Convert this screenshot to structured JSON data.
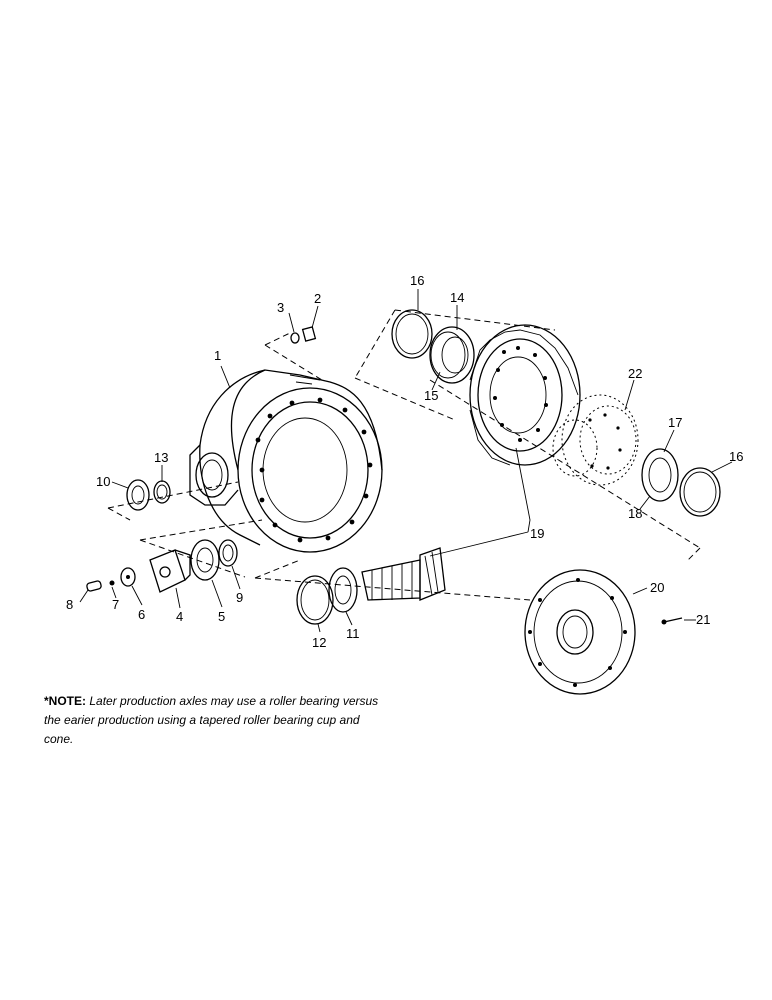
{
  "callouts": {
    "c1": "1",
    "c2": "2",
    "c3": "3",
    "c4": "4",
    "c5": "5",
    "c6": "6",
    "c7": "7",
    "c8": "8",
    "c9": "9",
    "c10": "10",
    "c11": "11",
    "c12": "12",
    "c13": "13",
    "c14": "14",
    "c15": "15",
    "c16a": "16",
    "c16b": "16",
    "c17": "17",
    "c18": "18",
    "c19": "19",
    "c20": "20",
    "c21": "21",
    "c22": "22"
  },
  "note": {
    "label": "*NOTE:",
    "text": "Later production axles may use a roller bearing versus the earier production using a tapered roller bearing cup and cone."
  }
}
